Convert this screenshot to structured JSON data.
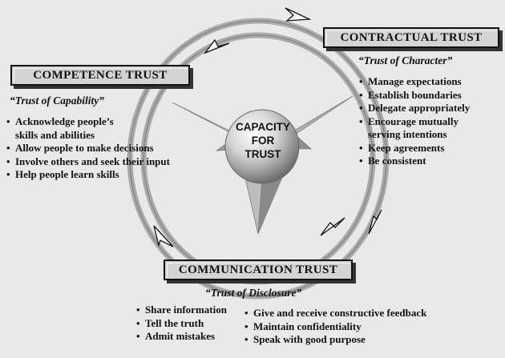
{
  "center": {
    "lines": [
      "CAPACITY",
      "FOR",
      "TRUST"
    ]
  },
  "competence": {
    "title": "COMPETENCE TRUST",
    "subtitle": "“Trust of Capability”",
    "items": [
      "Acknowledge people’s",
      "Allow people to make decisions",
      "Involve others and seek their input",
      "Help people learn skills"
    ],
    "item0_cont": "skills and abilities"
  },
  "contractual": {
    "title": "CONTRACTUAL TRUST",
    "subtitle": "“Trust of Character”",
    "items": [
      "Manage expectations",
      "Establish boundaries",
      "Delegate appropriately",
      "Encourage mutually",
      "Keep agreements",
      "Be consistent"
    ],
    "item3_cont": "serving intentions"
  },
  "communication": {
    "title": "COMMUNICATION TRUST",
    "subtitle": "“Trust of Disclosure”",
    "left_items": [
      "Share information",
      "Tell the truth",
      "Admit mistakes"
    ],
    "right_items": [
      "Give and receive constructive feedback",
      "Maintain confidentiality",
      "Speak with good purpose"
    ]
  },
  "colors": {
    "background": "#e9e9e9",
    "ring": "#9a9a9a",
    "title_box": "#d4d4d4",
    "text": "#111111"
  }
}
